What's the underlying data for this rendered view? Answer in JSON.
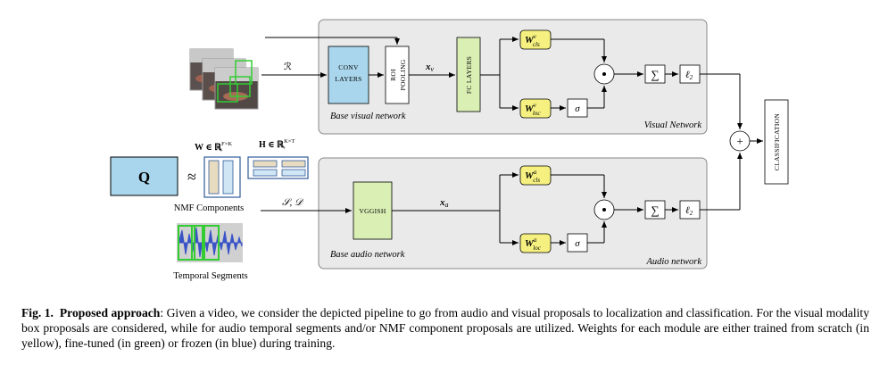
{
  "figure": {
    "visual_network_label": "Visual Network",
    "base_visual_label": "Base visual network",
    "audio_network_label": "Audio network",
    "base_audio_label": "Base audio network",
    "conv_label_1": "CONV",
    "conv_label_2": "LAYERS",
    "roi_label_1": "ROI",
    "roi_label_2": "POOLING",
    "fc_label": "FC LAYERS",
    "vggish_label": "VGGISH",
    "classification_label": "CLASSIFICATION",
    "r_label": "ℛ",
    "sd_label": "𝒮, 𝒟",
    "xv_label": "x",
    "xv_sub": "v",
    "xa_label": "x",
    "xa_sub": "a",
    "w_label": "W",
    "cls_sub": "cls",
    "loc_sub": "loc",
    "v_sup": "v",
    "a_sup": "a",
    "sigma": "σ",
    "sum": "∑",
    "l2": "ℓ",
    "l2_sub": "2",
    "odot": "⊙",
    "plus": "+",
    "q_label": "Q",
    "approx": "≈",
    "w_matrix_label": "W ∈ ℝ",
    "w_matrix_sup": "F×K",
    "w_matrix_sub": "+",
    "h_matrix_label": "H ∈ ℝ",
    "h_matrix_sup": "K×T",
    "h_matrix_sub": "+",
    "nmf_label": "NMF Components",
    "temporal_label": "Temporal Segments",
    "colors": {
      "yellow": "#f5f080",
      "green": "#d9efb4",
      "blue": "#a9d6ec",
      "panel": "#eaeaea",
      "proposal_green": "#33cc33"
    }
  },
  "caption": {
    "fig": "Fig. 1",
    "title": "Proposed approach",
    "text": ": Given a video, we consider the depicted pipeline to go from audio and visual proposals to localization and classification. For the visual modality box proposals are considered, while for audio temporal segments and/or NMF component proposals are utilized. Weights for each module are either trained from scratch (in yellow), fine-tuned (in green) or frozen (in blue) during training."
  }
}
